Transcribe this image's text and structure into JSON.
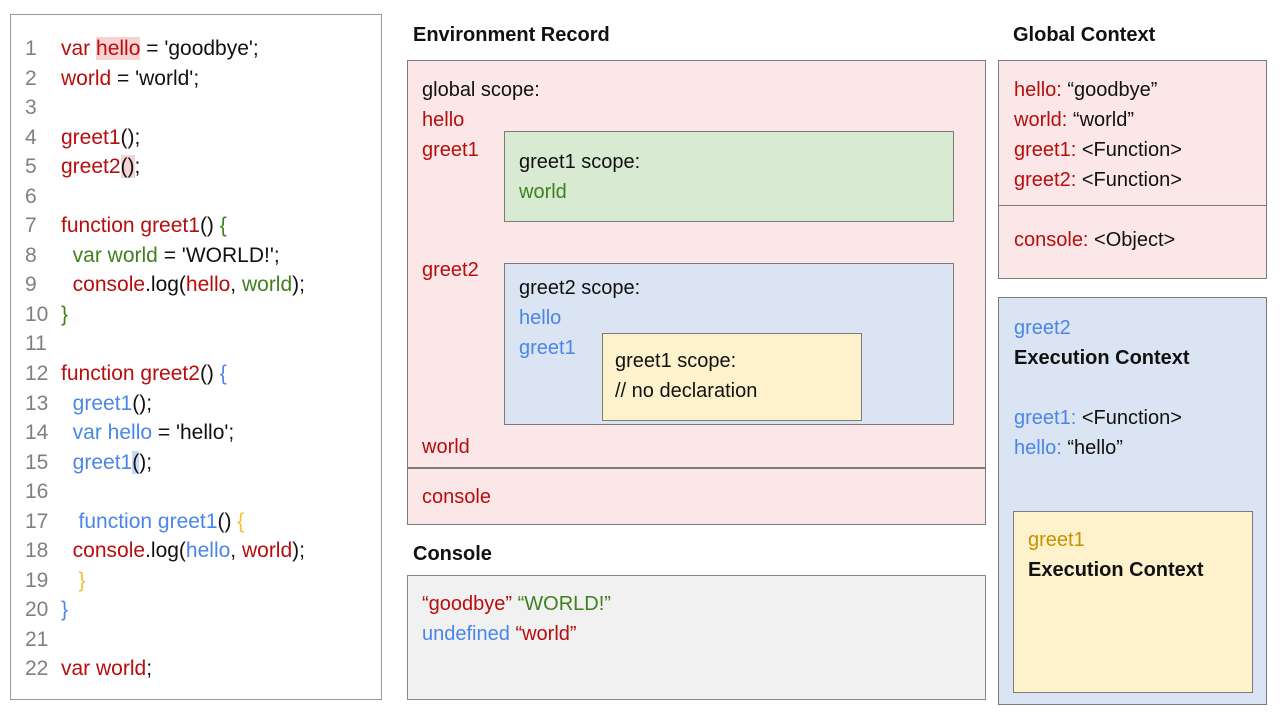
{
  "code_panel": {
    "lines": [
      {
        "num": "1",
        "tokens": [
          {
            "t": "var ",
            "c": "red"
          },
          {
            "t": "hello",
            "c": "red",
            "h": "pink"
          },
          {
            "t": " = 'goodbye';",
            "c": "k"
          }
        ]
      },
      {
        "num": "2",
        "tokens": [
          {
            "t": "world",
            "c": "red"
          },
          {
            "t": " = 'world';",
            "c": "k"
          }
        ]
      },
      {
        "num": "3",
        "tokens": []
      },
      {
        "num": "4",
        "tokens": [
          {
            "t": "greet1",
            "c": "red"
          },
          {
            "t": "();",
            "c": "k"
          }
        ]
      },
      {
        "num": "5",
        "tokens": [
          {
            "t": "greet2",
            "c": "red"
          },
          {
            "t": "()",
            "c": "k",
            "h": "pink"
          },
          {
            "t": ";",
            "c": "k"
          }
        ]
      },
      {
        "num": "6",
        "tokens": []
      },
      {
        "num": "7",
        "tokens": [
          {
            "t": "function greet1",
            "c": "red"
          },
          {
            "t": "() ",
            "c": "k"
          },
          {
            "t": "{",
            "c": "green"
          }
        ]
      },
      {
        "num": "8",
        "tokens": [
          {
            "t": "  ",
            "c": "k"
          },
          {
            "t": "var world",
            "c": "green"
          },
          {
            "t": " = 'WORLD!';",
            "c": "k"
          }
        ]
      },
      {
        "num": "9",
        "tokens": [
          {
            "t": "  ",
            "c": "k"
          },
          {
            "t": "console",
            "c": "red"
          },
          {
            "t": ".log(",
            "c": "k"
          },
          {
            "t": "hello",
            "c": "red"
          },
          {
            "t": ", ",
            "c": "k"
          },
          {
            "t": "world",
            "c": "green"
          },
          {
            "t": ");",
            "c": "k"
          }
        ]
      },
      {
        "num": "10",
        "tokens": [
          {
            "t": "}",
            "c": "green"
          }
        ]
      },
      {
        "num": "11",
        "tokens": []
      },
      {
        "num": "12",
        "tokens": [
          {
            "t": "function greet2",
            "c": "red"
          },
          {
            "t": "() ",
            "c": "k"
          },
          {
            "t": "{",
            "c": "blue"
          }
        ]
      },
      {
        "num": "13",
        "tokens": [
          {
            "t": "  ",
            "c": "k"
          },
          {
            "t": "greet1",
            "c": "blue"
          },
          {
            "t": "();",
            "c": "k"
          }
        ]
      },
      {
        "num": "14",
        "tokens": [
          {
            "t": "  ",
            "c": "k"
          },
          {
            "t": "var hello",
            "c": "blue"
          },
          {
            "t": " = 'hello';",
            "c": "k"
          }
        ]
      },
      {
        "num": "15",
        "tokens": [
          {
            "t": "  ",
            "c": "k"
          },
          {
            "t": "greet1",
            "c": "blue"
          },
          {
            "t": "(",
            "c": "k",
            "h": "blue"
          },
          {
            "t": ");",
            "c": "k"
          }
        ]
      },
      {
        "num": "16",
        "tokens": []
      },
      {
        "num": "17",
        "tokens": [
          {
            "t": "   ",
            "c": "k"
          },
          {
            "t": "function greet1",
            "c": "blue"
          },
          {
            "t": "() ",
            "c": "k"
          },
          {
            "t": "{",
            "c": "yellow"
          }
        ]
      },
      {
        "num": "18",
        "tokens": [
          {
            "t": "  ",
            "c": "k"
          },
          {
            "t": "console",
            "c": "red"
          },
          {
            "t": ".log(",
            "c": "k"
          },
          {
            "t": "hello",
            "c": "blue"
          },
          {
            "t": ", ",
            "c": "k"
          },
          {
            "t": "world",
            "c": "red"
          },
          {
            "t": ");",
            "c": "k"
          }
        ]
      },
      {
        "num": "19",
        "tokens": [
          {
            "t": "   ",
            "c": "k"
          },
          {
            "t": "}",
            "c": "yellow"
          }
        ]
      },
      {
        "num": "20",
        "tokens": [
          {
            "t": "}",
            "c": "blue"
          }
        ]
      },
      {
        "num": "21",
        "tokens": []
      },
      {
        "num": "22",
        "tokens": [
          {
            "t": "var world",
            "c": "red"
          },
          {
            "t": ";",
            "c": "k"
          }
        ]
      }
    ]
  },
  "environment_record": {
    "title": "Environment Record",
    "global_scope_label": "global scope:",
    "var_hello": "hello",
    "var_greet1": "greet1",
    "var_greet2": "greet2",
    "var_world": "world",
    "console_label": "console",
    "greet1_scope": {
      "label": "greet1 scope:",
      "var_world": "world"
    },
    "greet2_scope": {
      "label": "greet2 scope:",
      "var_hello": "hello",
      "var_greet1": "greet1",
      "inner_greet1_scope": {
        "label": "greet1 scope:",
        "comment": "// no declaration"
      }
    }
  },
  "console_panel": {
    "title": "Console",
    "lines": [
      [
        {
          "t": "“goodbye”",
          "c": "red"
        },
        {
          "t": " ",
          "c": "k"
        },
        {
          "t": "“WORLD!”",
          "c": "green"
        }
      ],
      [
        {
          "t": "undefined",
          "c": "blue"
        },
        {
          "t": " ",
          "c": "k"
        },
        {
          "t": "“world”",
          "c": "red"
        }
      ]
    ]
  },
  "global_context": {
    "title": "Global Context",
    "entries": [
      [
        {
          "t": "hello:",
          "c": "red"
        },
        {
          "t": " “goodbye”",
          "c": "k"
        }
      ],
      [
        {
          "t": "world:",
          "c": "red"
        },
        {
          "t": " “world”",
          "c": "k"
        }
      ],
      [
        {
          "t": "greet1:",
          "c": "red"
        },
        {
          "t": " <Function>",
          "c": "k"
        }
      ],
      [
        {
          "t": "greet2:",
          "c": "red"
        },
        {
          "t": " <Function>",
          "c": "k"
        }
      ]
    ],
    "console_entry": [
      [
        {
          "t": "console:",
          "c": "red"
        },
        {
          "t": " <Object>",
          "c": "k"
        }
      ]
    ]
  },
  "execution_contexts": {
    "greet2": {
      "name": "greet2",
      "subtitle": "Execution Context",
      "entries": [
        [
          {
            "t": "greet1:",
            "c": "blue"
          },
          {
            "t": " <Function>",
            "c": "k"
          }
        ],
        [
          {
            "t": "hello:",
            "c": "blue"
          },
          {
            "t": " “hello”",
            "c": "k"
          }
        ]
      ],
      "inner": {
        "name": "greet1",
        "subtitle": "Execution Context"
      }
    }
  },
  "palette": {
    "red": "#b80d0d",
    "green": "#3f801f",
    "blue": "#4a86e8",
    "yellow": "#f1c232",
    "gold": "#c79100",
    "pink_bg": "#fbe7e7",
    "green_bg": "#d9ead3",
    "blue_bg": "#dae4f3",
    "yellow_bg": "#fdf2cc",
    "gray_bg": "#f1f1f1"
  }
}
